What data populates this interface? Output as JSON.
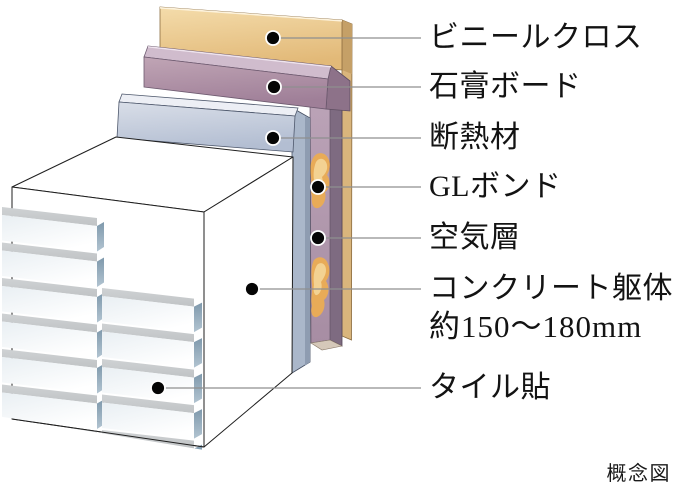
{
  "diagram": {
    "caption": "概念図",
    "layers": [
      {
        "id": "vinyl-cloth",
        "label": "ビニールクロス"
      },
      {
        "id": "gypsum-board",
        "label": "石膏ボード"
      },
      {
        "id": "insulation",
        "label": "断熱材"
      },
      {
        "id": "gl-bond",
        "label": "GLボンド"
      },
      {
        "id": "air-layer",
        "label": "空気層"
      },
      {
        "id": "concrete-body",
        "label": "コンクリート躯体",
        "sublabel": "約150〜180mm"
      },
      {
        "id": "tile-finish",
        "label": "タイル貼"
      }
    ],
    "colors": {
      "vinyl_cloth": "#e9c48c",
      "gypsum_board": "#ab8da3",
      "insulation": "#bfc8d8",
      "gl_bond": "#e8ab58",
      "air_layer_face": "#b49cb0",
      "concrete": "#ffffff",
      "tile_edge": "#8ba3b6",
      "leader_line": "#8f8f8f",
      "marker_dot": "#050505"
    }
  }
}
